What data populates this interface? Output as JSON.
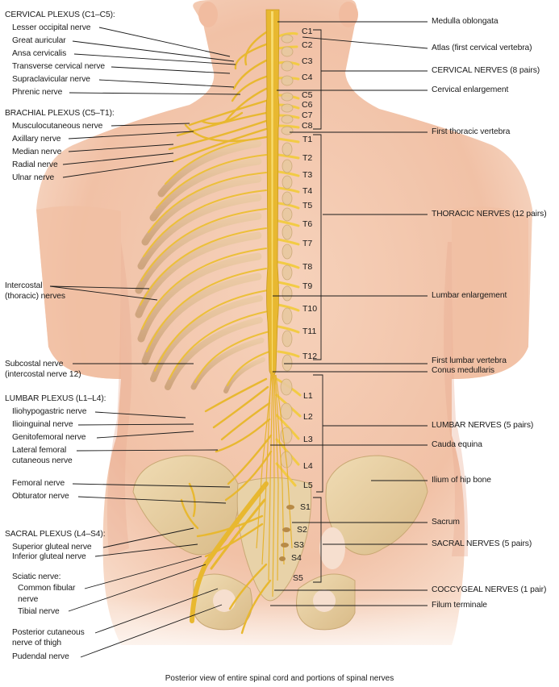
{
  "title": "Posterior view of entire spinal cord and portions of spinal nerves",
  "colors": {
    "skin": "#f3c7ac",
    "skin_light": "#f8dccb",
    "skin_shadow": "#e9a98f",
    "nerve": "#e8b830",
    "nerve_light": "#f6d860",
    "bone": "#e6cfa3",
    "bone_shadow": "#c9a874",
    "rib": "#dfb890",
    "leader": "#1a1a1a"
  },
  "left_labels": {
    "cervical_plexus": {
      "heading": "CERVICAL PLEXUS (C1–C5):",
      "items": [
        "Lesser occipital nerve",
        "Great auricular",
        "Ansa cervicalis",
        "Transverse cervical nerve",
        "Supraclavicular nerve",
        "Phrenic nerve"
      ]
    },
    "brachial_plexus": {
      "heading": "BRACHIAL PLEXUS (C5–T1):",
      "items": [
        "Musculocutaneous nerve",
        "Axillary nerve",
        "Median nerve",
        "Radial nerve",
        "Ulnar nerve"
      ]
    },
    "intercostal": "Intercostal (thoracic) nerves",
    "intercostal_lines": [
      "Intercostal",
      "(thoracic) nerves"
    ],
    "subcostal_lines": [
      "Subcostal nerve",
      "(intercostal nerve 12)"
    ],
    "lumbar_plexus": {
      "heading": "LUMBAR PLEXUS (L1–L4):",
      "items": [
        "Iliohypogastric nerve",
        "Ilioinguinal nerve",
        "Genitofemoral nerve",
        "Lateral femoral",
        "cutaneous nerve",
        "Femoral nerve",
        "Obturator nerve"
      ]
    },
    "sacral_plexus": {
      "heading": "SACRAL PLEXUS (L4–S4):",
      "items": [
        "Superior gluteal nerve",
        "Inferior gluteal nerve"
      ],
      "sciatic_heading": "Sciatic nerve:",
      "sciatic_items": [
        "Common fibular",
        "nerve",
        "Tibial nerve"
      ],
      "other_items": [
        "Posterior cutaneous",
        "nerve of thigh",
        "Pudendal nerve"
      ]
    }
  },
  "right_labels": [
    "Medulla oblongata",
    "Atlas (first cervical vertebra)",
    "CERVICAL NERVES (8 pairs)",
    "Cervical enlargement",
    "First thoracic vertebra",
    "THORACIC NERVES (12 pairs)",
    "Lumbar enlargement",
    "First lumbar vertebra",
    "Conus medullaris",
    "LUMBAR NERVES (5 pairs)",
    "Cauda equina",
    "Ilium of hip bone",
    "Sacrum",
    "SACRAL NERVES (5 pairs)",
    "COCCYGEAL NERVES (1 pair)",
    "Filum terminale"
  ],
  "vertebra_labels": {
    "cervical": [
      "C1",
      "C2",
      "C3",
      "C4",
      "C5",
      "C6",
      "C7",
      "C8"
    ],
    "thoracic": [
      "T1",
      "T2",
      "T3",
      "T4",
      "T5",
      "T6",
      "T7",
      "T8",
      "T9",
      "T10",
      "T11",
      "T12"
    ],
    "lumbar": [
      "L1",
      "L2",
      "L3",
      "L4",
      "L5"
    ],
    "sacral": [
      "S1",
      "S2",
      "S3",
      "S4",
      "S5"
    ]
  }
}
